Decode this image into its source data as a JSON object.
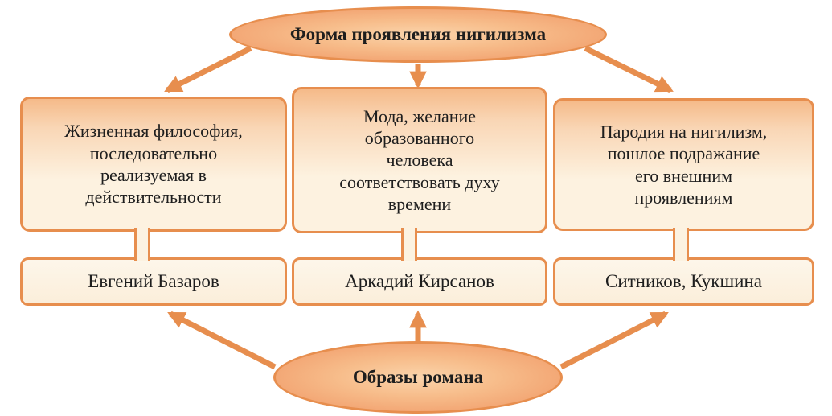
{
  "diagram": {
    "title_ellipse": {
      "label": "Форма проявления нигилизма"
    },
    "bottom_ellipse": {
      "label": "Образы романа"
    },
    "columns": [
      {
        "description": "Жизненная философия,\nпоследовательно\nреализуемая в\nдействительности",
        "character": "Евгений Базаров"
      },
      {
        "description": "Мода, желание\nобразованного\nчеловека\nсоответствовать духу\nвремени",
        "character": "Аркадий Кирсанов"
      },
      {
        "description": "Пародия на нигилизм,\nпошлое подражание\nего внешним\nпроявлениям",
        "character": "Ситников, Кукшина"
      }
    ]
  },
  "colors": {
    "accent": "#e78e4e",
    "text": "#1e1e1e",
    "box_fill_top": "#f5ba89",
    "box_fill_bottom": "#fdf2e0",
    "name_box_fill": "#fbeeda",
    "ellipse_fill": "#f5b383"
  }
}
